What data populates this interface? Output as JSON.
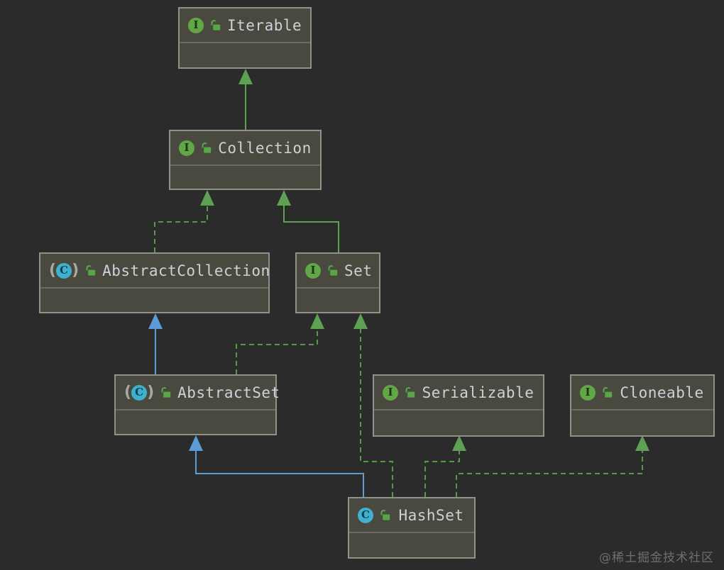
{
  "nodes": [
    {
      "id": "iterable",
      "label": "Iterable",
      "stereotype": "interface"
    },
    {
      "id": "collection",
      "label": "Collection",
      "stereotype": "interface"
    },
    {
      "id": "abstract-collection",
      "label": "AbstractCollection",
      "stereotype": "abstract-class"
    },
    {
      "id": "set",
      "label": "Set",
      "stereotype": "interface"
    },
    {
      "id": "abstract-set",
      "label": "AbstractSet",
      "stereotype": "abstract-class"
    },
    {
      "id": "serializable",
      "label": "Serializable",
      "stereotype": "interface"
    },
    {
      "id": "cloneable",
      "label": "Cloneable",
      "stereotype": "interface"
    },
    {
      "id": "hashset",
      "label": "HashSet",
      "stereotype": "class"
    }
  ],
  "edges": [
    {
      "from": "Collection",
      "to": "Iterable",
      "relation": "extends",
      "style": "solid-green"
    },
    {
      "from": "AbstractCollection",
      "to": "Collection",
      "relation": "implements",
      "style": "dashed-green"
    },
    {
      "from": "Set",
      "to": "Collection",
      "relation": "extends",
      "style": "solid-green"
    },
    {
      "from": "AbstractSet",
      "to": "AbstractCollection",
      "relation": "extends",
      "style": "solid-blue"
    },
    {
      "from": "AbstractSet",
      "to": "Set",
      "relation": "implements",
      "style": "dashed-green"
    },
    {
      "from": "HashSet",
      "to": "Set",
      "relation": "implements",
      "style": "dashed-green"
    },
    {
      "from": "HashSet",
      "to": "AbstractSet",
      "relation": "extends",
      "style": "solid-blue"
    },
    {
      "from": "HashSet",
      "to": "Serializable",
      "relation": "implements",
      "style": "dashed-green"
    },
    {
      "from": "HashSet",
      "to": "Cloneable",
      "relation": "implements",
      "style": "dashed-green"
    }
  ],
  "icons": {
    "interface_letter": "I",
    "class_letter": "C",
    "paren_open": "(",
    "paren_close": ")"
  },
  "colors": {
    "background": "#2b2b2b",
    "node_fill": "#4a4940",
    "node_border": "#91918a",
    "extends_green": "#5ea152",
    "implements_green_dashed": "#549a49",
    "extends_blue": "#5b9bd8",
    "interface_icon_green": "#61a746",
    "class_icon_teal": "#3fb1cc",
    "lock_icon_green": "#57a748",
    "label_text": "#ced2d8",
    "watermark_text": "#6f6f6f"
  },
  "watermark": "@稀土掘金技术社区"
}
